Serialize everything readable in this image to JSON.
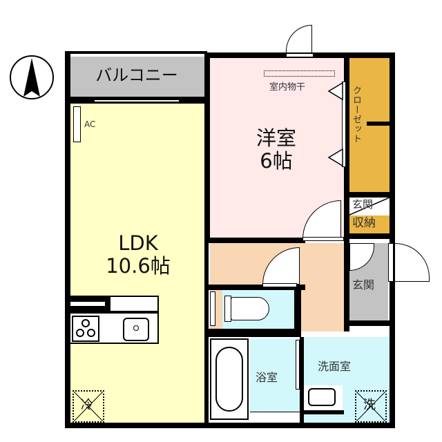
{
  "compass": {
    "icon": "north-arrow-icon",
    "direction": "N"
  },
  "rooms": {
    "balcony": {
      "label": "バルコニー",
      "color": "#c3c3c3"
    },
    "ldk": {
      "label": "LDK",
      "size": "10.6帖",
      "color": "#ffffc6"
    },
    "western_room": {
      "label": "洋室",
      "size": "6帖",
      "color": "#ffe9e9"
    },
    "closet": {
      "label": "クローゼット",
      "color": "#eab646"
    },
    "entrance_storage": {
      "label_top": "玄関",
      "label_bottom": "収納",
      "color": "#eab646"
    },
    "hallway": {
      "color": "#f9d6b4"
    },
    "entrance": {
      "label": "玄関",
      "color": "#c3c3c3"
    },
    "toilet": {
      "color": "#d2f8fc"
    },
    "bathroom": {
      "label": "浴室",
      "color": "#d2f8fc"
    },
    "washroom": {
      "label": "洗面室",
      "color": "#d2f8fc"
    }
  },
  "fixtures": {
    "ac": "AC",
    "indoor_drying": "室内物干",
    "fridge": "冷",
    "washer": "洗"
  },
  "colors": {
    "wall": "#000000",
    "background": "#ffffff"
  }
}
